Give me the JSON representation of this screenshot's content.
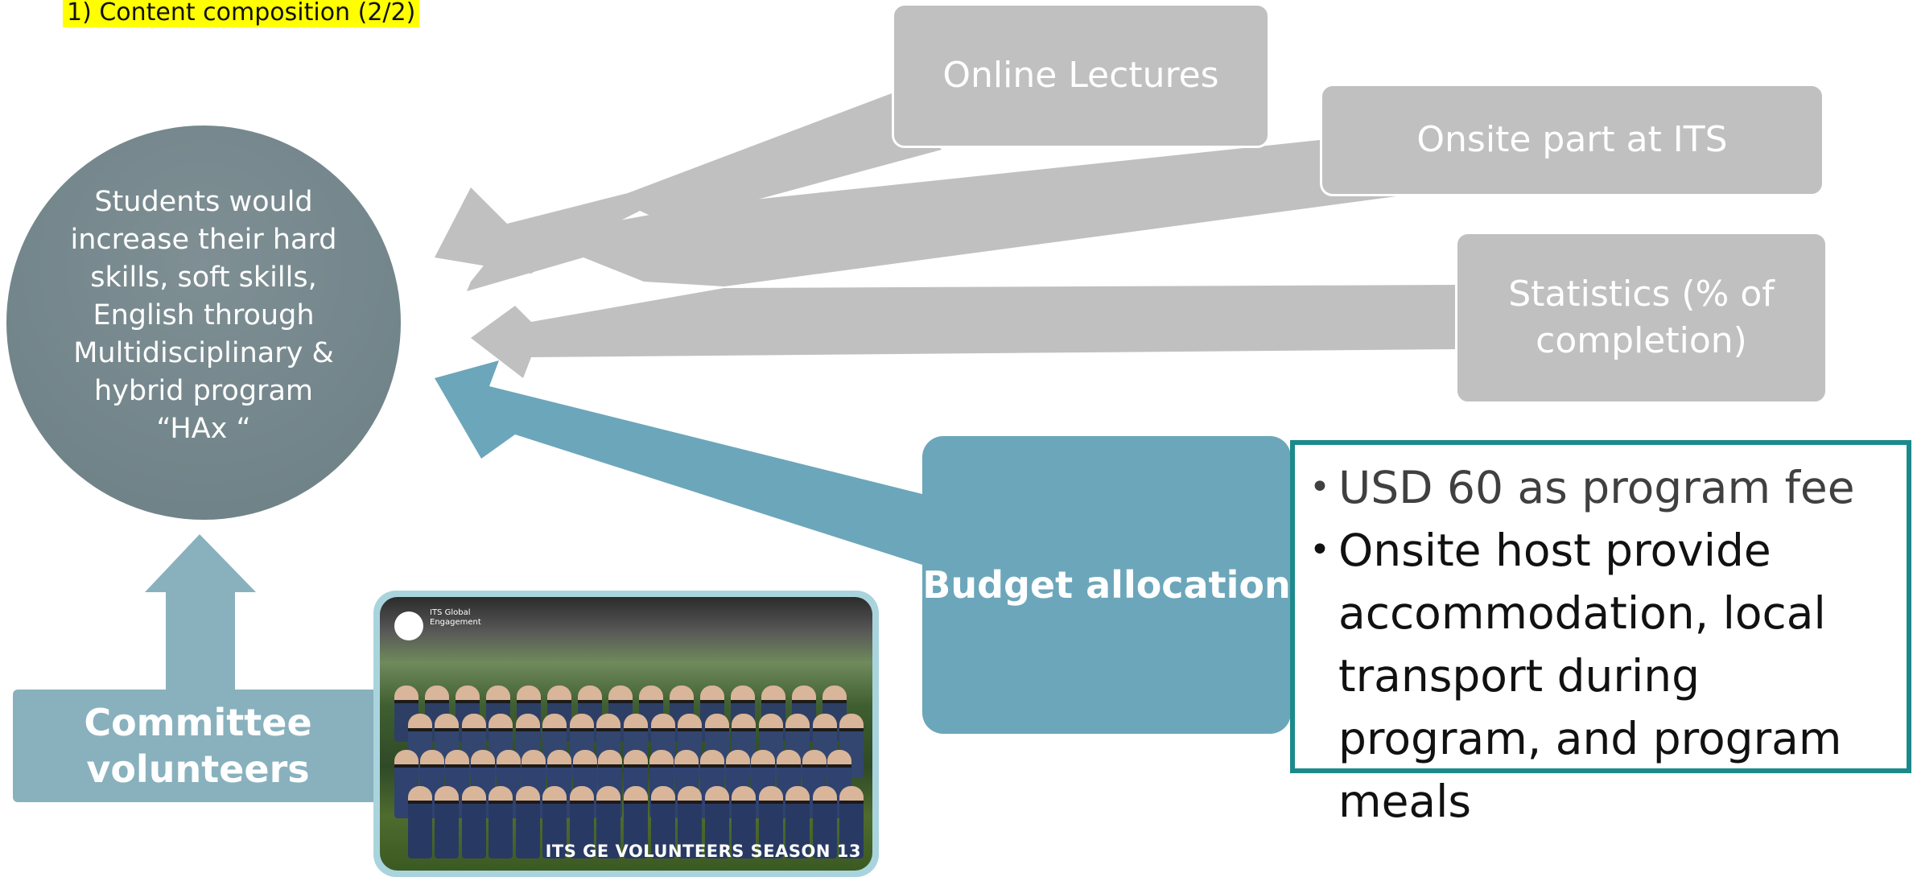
{
  "header": {
    "slide_label": "1) Content composition (2/2)"
  },
  "goal": {
    "text": "Students would increase their hard skills, soft skills, English through Multidisciplinary & hybrid program “HAx “"
  },
  "components": {
    "online_lectures": "Online Lectures",
    "onsite_part": "Onsite part at ITS",
    "statistics": "Statistics (% of completion)"
  },
  "budget": {
    "label": "Budget allocation",
    "items": [
      "USD 60 as program fee",
      "Onsite host provide accommodation, local transport during program, and program meals"
    ]
  },
  "committee": {
    "label": "Committee volunteers"
  },
  "photo": {
    "logo_text": "ITS Global Engagement",
    "caption": "ITS GE VOLUNTEERS SEASON 13"
  },
  "colors": {
    "grey_component": "#c0c0c0",
    "goal_circle": "#74878c",
    "budget_teal": "#6ca6ba",
    "committee_blue": "#88b1bd",
    "details_border": "#1c8a8a",
    "label_highlight": "#ffff00"
  }
}
